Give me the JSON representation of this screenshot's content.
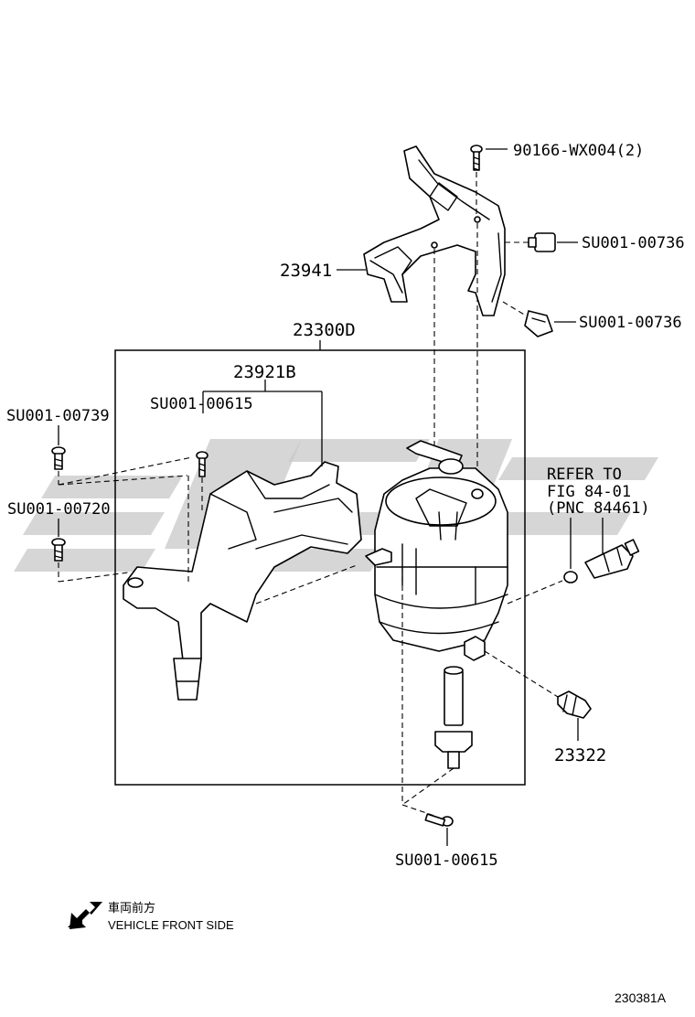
{
  "callouts": {
    "p90166": "90166-WX004(2)",
    "clip_upper": "SU001-00736",
    "bracket_23941": "23941",
    "clip_lower": "SU001-00736",
    "assy_23300D": "23300D",
    "bracket_23921B": "23921B",
    "bolt_00615_top": "SU001-00615",
    "bolt_00739": "SU001-00739",
    "bolt_00720": "SU001-00720",
    "refer_line1": "REFER TO",
    "refer_line2": "FIG 84-01",
    "refer_line3": "(PNC 84461)",
    "plug_23322": "23322",
    "bolt_00615_bottom": "SU001-00615"
  },
  "direction": {
    "kanji": "車両前方",
    "english": "VEHICLE FRONT SIDE"
  },
  "figure_id": "230381A",
  "watermark": {
    "color": "#c8c8c8"
  }
}
